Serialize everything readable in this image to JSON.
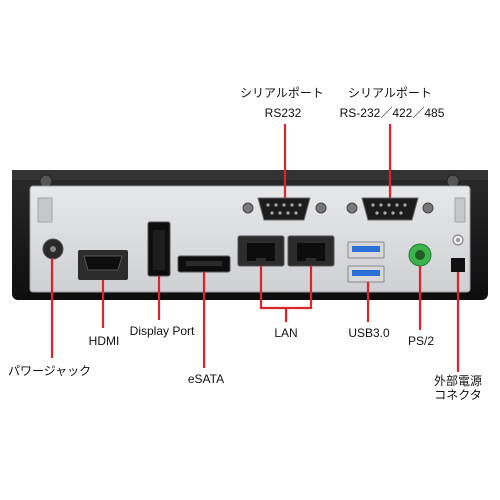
{
  "labels": {
    "serial_rs232_title": "シリアルポート",
    "serial_rs232_sub": "RS232",
    "serial_multi_title": "シリアルポート",
    "serial_multi_sub": "RS-232／422／485",
    "power_jack": "パワージャック",
    "hdmi": "HDMI",
    "display_port": "Display Port",
    "esata": "eSATA",
    "lan": "LAN",
    "usb": "USB3.0",
    "ps2": "PS/2",
    "ext_power_line1": "外部電源",
    "ext_power_line2": "コネクタ"
  },
  "colors": {
    "callout": "#d9262b",
    "chassis": "#1a1a1a",
    "panel": "#dcdde0",
    "usb_blue": "#2b6fd6",
    "ps2_green": "#3cb44b"
  }
}
